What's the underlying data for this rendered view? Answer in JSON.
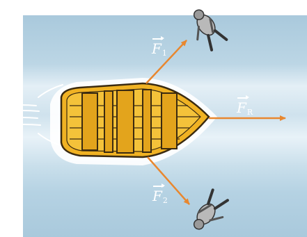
{
  "diagram": {
    "labels": {
      "f1": {
        "symbol": "F",
        "subscript": "1"
      },
      "fr": {
        "symbol": "F",
        "subscript": "R"
      },
      "f2": {
        "symbol": "F",
        "subscript": "2"
      }
    },
    "colors": {
      "water_deep": "#a9c9dc",
      "water_light": "#dcebf3",
      "boat_hull": "#f0b223",
      "boat_outline": "#3a2a10",
      "arrow": "#e8872f",
      "label": "#ffffff",
      "person": "#9a9a9a"
    }
  }
}
